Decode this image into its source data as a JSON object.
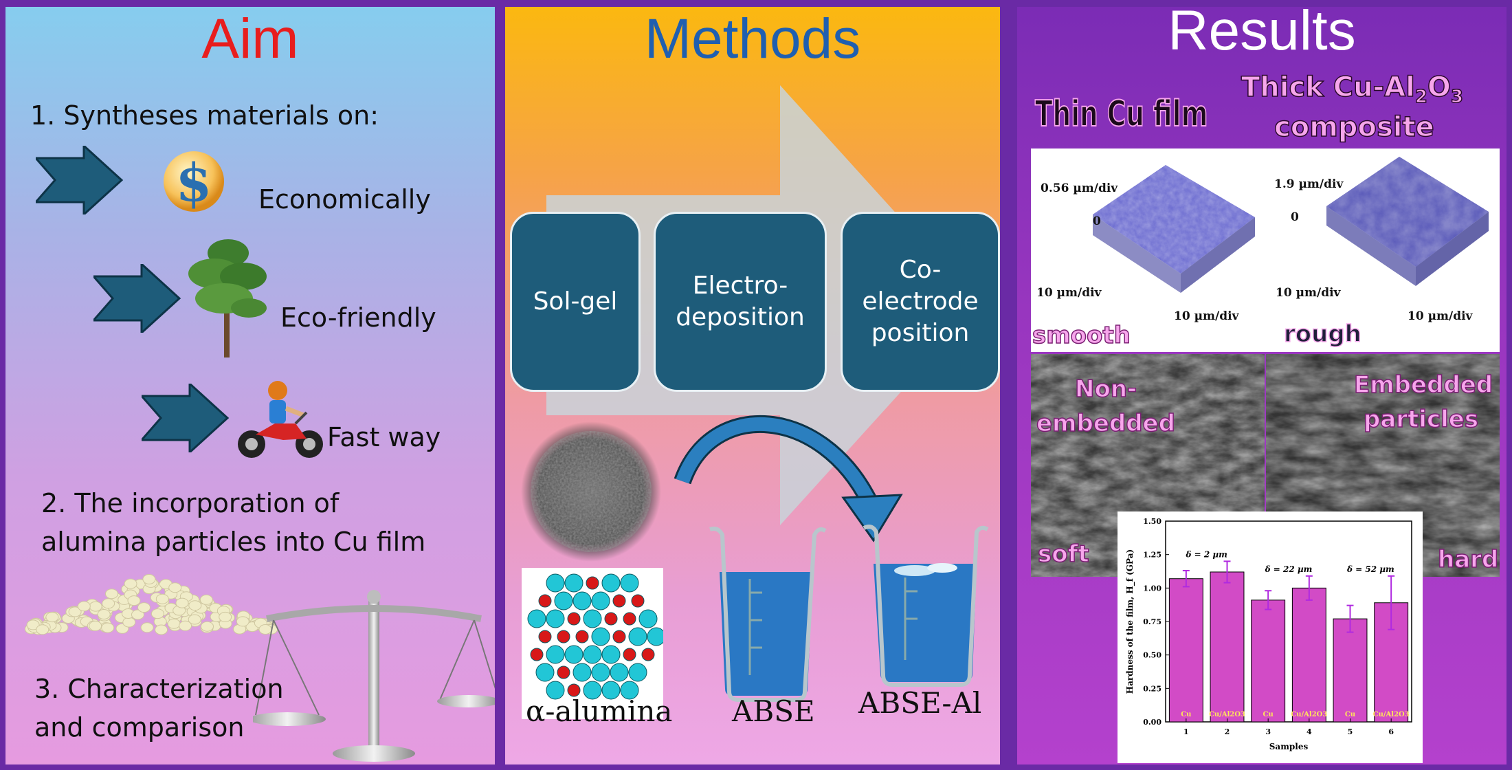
{
  "aim": {
    "title": "Aim",
    "item1": "1.   Syntheses materials on:",
    "economically": "Economically",
    "eco_friendly": "Eco-friendly",
    "fast_way": "Fast way",
    "item2_line1": "2.  The incorporation of",
    "item2_line2": "alumina particles into Cu film",
    "item3_line1": "3. Characterization",
    "item3_line2": "and comparison"
  },
  "methods": {
    "title": "Methods",
    "steps": [
      "Sol-gel",
      "Electro-",
      "deposition",
      "Co-",
      "electrode",
      "position"
    ],
    "alumina_label": "α-alumina",
    "beaker1_label": "ABSE",
    "beaker2_label": "ABSE-Al"
  },
  "results": {
    "title": "Results",
    "thin_label": "Thin Cu film",
    "thick_line1_pre": "Thick Cu-Al",
    "thick_sub2": "2",
    "thick_o": "O",
    "thick_sub3": "3",
    "thick_line2": "composite",
    "afm_left": {
      "z": "0.56 µm/div",
      "zero": "0",
      "x": "10 µm/div",
      "y": "10 µm/div",
      "tag": "smooth"
    },
    "afm_right": {
      "z": "1.9 µm/div",
      "zero": "0",
      "x": "10 µm/div",
      "y": "10 µm/div",
      "tag": "rough"
    },
    "sem_left": {
      "line1": "Non-",
      "line2": "embedded",
      "tag": "soft"
    },
    "sem_right": {
      "line1": "Embedded",
      "line2": "particles",
      "tag": "hard"
    }
  },
  "chart_data": {
    "type": "bar",
    "x": [
      1,
      2,
      3,
      4,
      5,
      6
    ],
    "bar_labels": [
      "Cu",
      "Cu/Al2O3",
      "Cu",
      "Cu/Al2O3",
      "Cu",
      "Cu/Al2O3"
    ],
    "values": [
      1.07,
      1.12,
      0.91,
      1.0,
      0.77,
      0.89
    ],
    "errors": [
      0.06,
      0.08,
      0.07,
      0.09,
      0.1,
      0.2
    ],
    "group_labels": [
      "δ = 2 µm",
      "δ = 22 µm",
      "δ = 52 µm"
    ],
    "xlabel": "Samples",
    "ylabel": "Hardness of the film, H_f (GPa)",
    "yticks": [
      "0.00",
      "0.25",
      "0.50",
      "0.75",
      "1.00",
      "1.25",
      "1.50"
    ],
    "ylim": [
      0,
      1.5
    ],
    "bar_color": "#d24bc6",
    "error_color": "#b02ae0"
  }
}
